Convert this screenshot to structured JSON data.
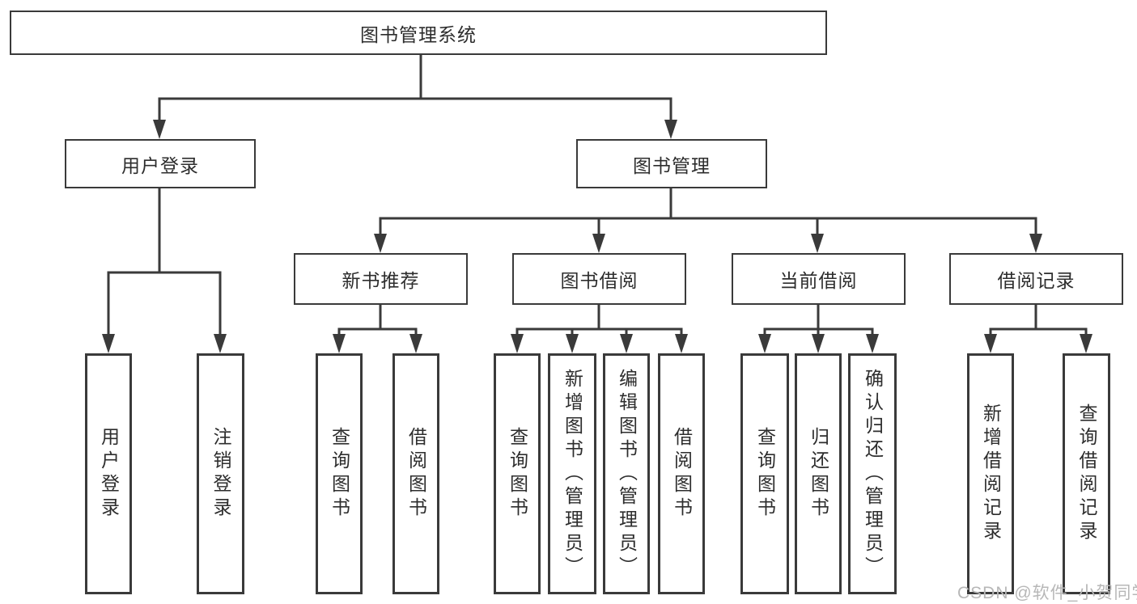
{
  "diagram": {
    "title": "图书管理系统",
    "colors": {
      "line": "#3a3a3a",
      "box_background": "#ffffff",
      "text": "#2d2d2d",
      "watermark": "#b7b7b7"
    },
    "level2": [
      {
        "label": "用户登录",
        "children": [
          "用户登录",
          "注销登录"
        ]
      },
      {
        "label": "图书管理"
      }
    ],
    "level3": [
      {
        "label": "新书推荐",
        "children": [
          "查询图书",
          "借阅图书"
        ]
      },
      {
        "label": "图书借阅",
        "children": [
          "查询图书",
          "新增图书（管理员）",
          "编辑图书（管理员）",
          "借阅图书"
        ]
      },
      {
        "label": "当前借阅",
        "children": [
          "查询图书",
          "归还图书",
          "确认归还（管理员）"
        ]
      },
      {
        "label": "借阅记录",
        "children": [
          "新增借阅记录",
          "查询借阅记录"
        ]
      }
    ],
    "watermark": "CSDN @软件_小贺同学"
  }
}
